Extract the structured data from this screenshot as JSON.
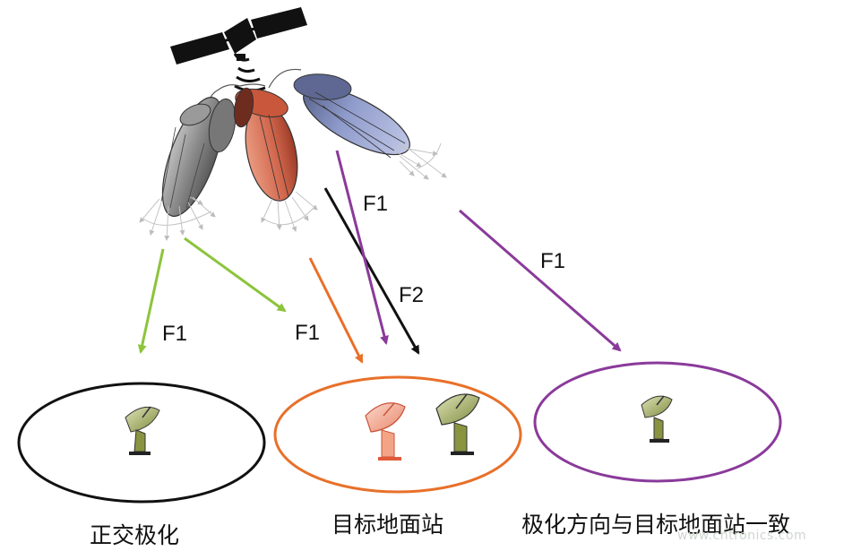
{
  "freq_labels": {
    "f1_green": "F1",
    "f1_orange": "F1",
    "f1_purple": "F1",
    "f1_purple_far": "F1",
    "f2_black": "F2"
  },
  "captions": {
    "left": "正交极化",
    "middle": "目标地面站",
    "right": "极化方向与目标地面站一致"
  },
  "watermark": "www.cntronics.com",
  "colors": {
    "green": "#8cc43c",
    "orange": "#e8702a",
    "purple": "#8a3a9a",
    "black": "#111111",
    "gray_beam": "#8f8f8f",
    "red_beam": "#d0654b",
    "blue_beam": "#7f8cc0"
  }
}
